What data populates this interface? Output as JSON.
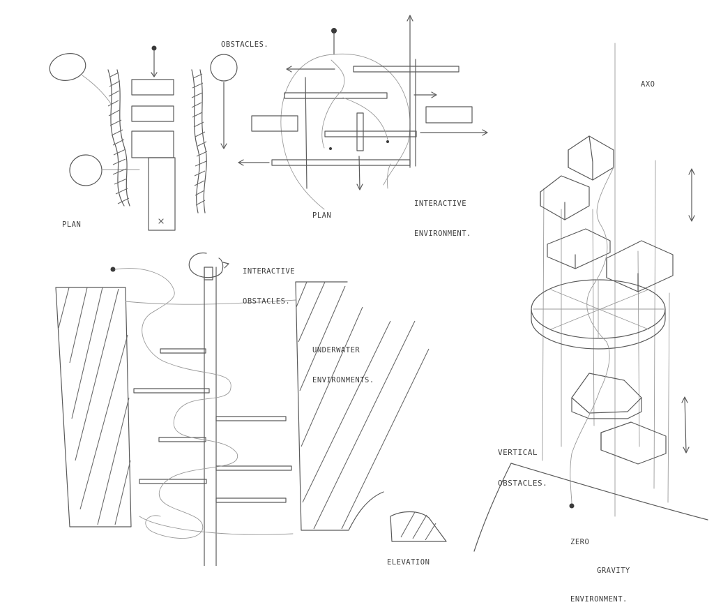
{
  "labels": {
    "plan_left": "PLAN",
    "obstacles": "OBSTACLES.",
    "plan_mid": "PLAN",
    "interactive_env_line1": "INTERACTIVE",
    "interactive_env_line2": "ENVIRONMENT.",
    "axo": "AXO",
    "interactive_obs_line1": "INTERACTIVE",
    "interactive_obs_line2": "OBSTACLES.",
    "underwater_line1": "UNDERWATER",
    "underwater_line2": "ENVIRONMENTS.",
    "vertical_line1": "VERTICAL",
    "vertical_line2": "OBSTACLES.",
    "zero_line1": "ZERO",
    "zero_line2": "GRAVITY",
    "zero_line3": "ENVIRONMENT.",
    "elevation": "ELEVATION"
  },
  "colors": {
    "paper": "#ffffff",
    "ink": "#5a5a5a"
  }
}
